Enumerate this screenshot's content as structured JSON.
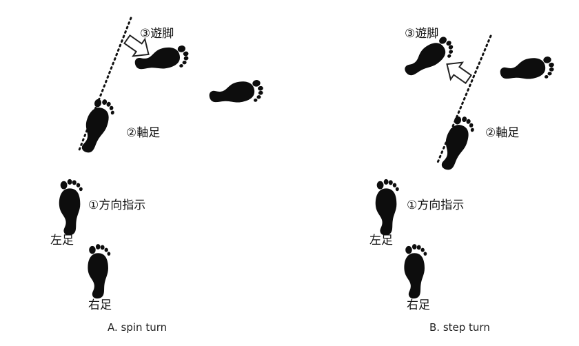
{
  "panel_a": {
    "label_swing": "③遊脚",
    "label_pivot": "②軸足",
    "label_direction": "①方向指示",
    "label_left_foot": "左足",
    "label_right_foot": "右足",
    "caption": "A.  spin turn"
  },
  "panel_b": {
    "label_swing": "③遊脚",
    "label_pivot": "②軸足",
    "label_direction": "①方向指示",
    "label_left_foot": "左足",
    "label_right_foot": "右足",
    "caption": "B.  step turn"
  },
  "colors": {
    "footprint": "#0d0d0d",
    "arrow_stroke": "#222222",
    "arrow_fill": "#ffffff"
  }
}
